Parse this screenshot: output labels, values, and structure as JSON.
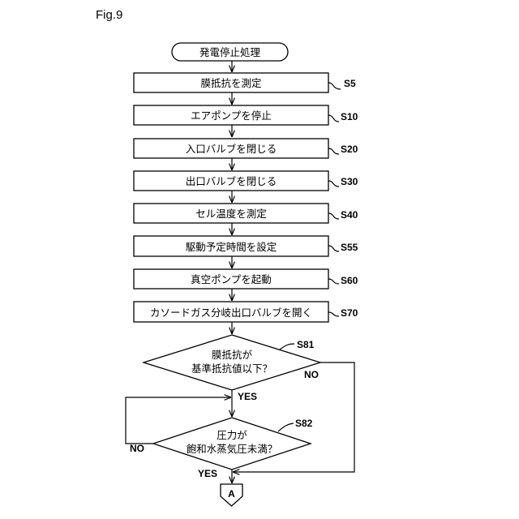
{
  "figure_label": "Fig.9",
  "start": "発電停止処理",
  "steps": [
    {
      "text": "膜抵抗を測定",
      "label": "S5"
    },
    {
      "text": "エアポンプを停止",
      "label": "S10"
    },
    {
      "text": "入口バルブを閉じる",
      "label": "S20"
    },
    {
      "text": "出口バルブを閉じる",
      "label": "S30"
    },
    {
      "text": "セル温度を測定",
      "label": "S40"
    },
    {
      "text": "駆動予定時間を設定",
      "label": "S55"
    },
    {
      "text": "真空ポンプを起動",
      "label": "S60"
    },
    {
      "text": "カソードガス分岐出口バルブを開く",
      "label": "S70"
    }
  ],
  "decisions": [
    {
      "line1": "膜抵抗が",
      "line2": "基準抵抗値以下？",
      "label": "S81",
      "yes": "YES",
      "no": "NO"
    },
    {
      "line1": "圧力が",
      "line2": "飽和水蒸気圧未満？",
      "label": "S82",
      "yes": "YES",
      "no": "NO"
    }
  ],
  "connector": "A"
}
